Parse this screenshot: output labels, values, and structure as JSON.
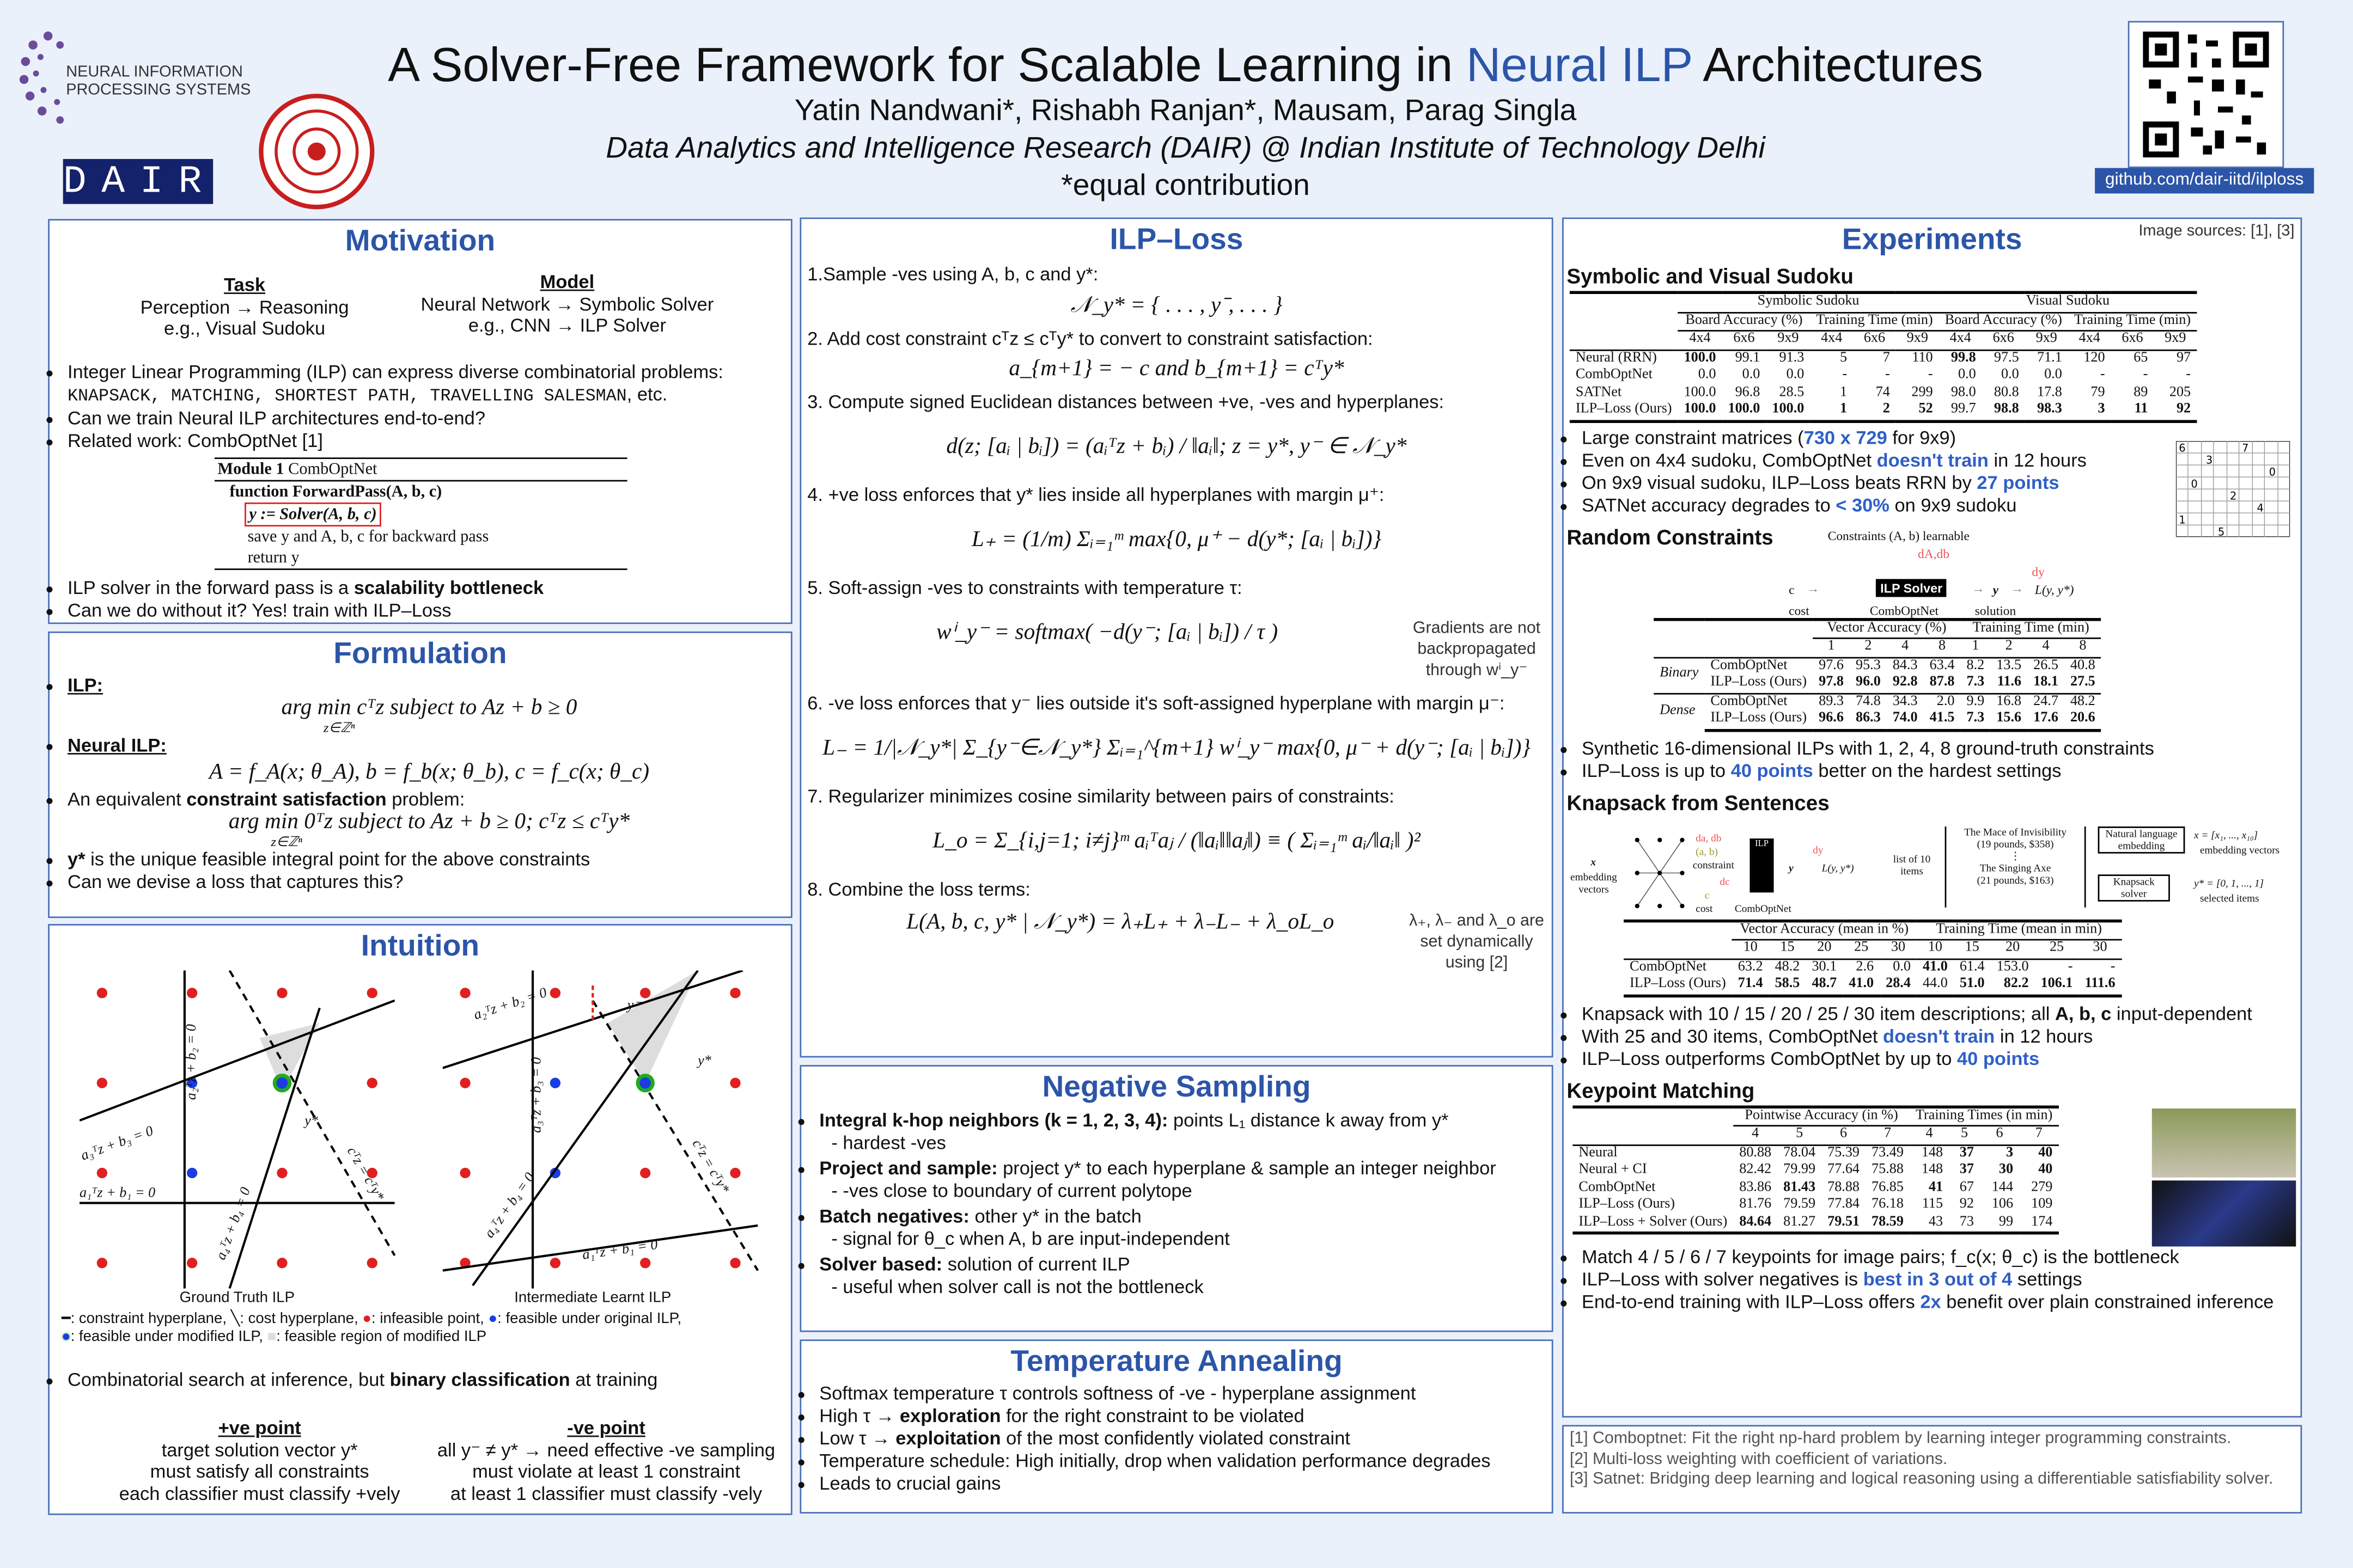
{
  "header": {
    "neurips_logo_text": [
      "NEURAL INFORMATION",
      "PROCESSING SYSTEMS"
    ],
    "dair_logo": "DAIR",
    "title_pre": "A Solver-Free Framework for Scalable Learning in ",
    "title_hl": "Neural ILP",
    "title_post": " Architectures",
    "authors": "Yatin Nandwani*, Rishabh Ranjan*, Mausam, Parag Singla",
    "affiliation": "Data Analytics and Intelligence Research (DAIR) @ Indian Institute of Technology Delhi",
    "equal": "*equal contribution",
    "github": "github.com/dair-iitd/ilploss",
    "accent": "#2c55a8"
  },
  "motivation": {
    "title": "Motivation",
    "task_head": "Task",
    "task_1": "Perception → Reasoning",
    "task_2": "e.g., Visual Sudoku",
    "model_head": "Model",
    "model_1": "Neural Network → Symbolic Solver",
    "model_2": "e.g., CNN → ILP Solver",
    "bullets1": [
      [
        "Integer Linear Programming (ILP) can express diverse combinatorial problems: ",
        {
          "t": "KNAPSACK, MATCHING, SHORTEST PATH, TRAVELLING SALESMAN",
          "s": "mono"
        },
        ", etc."
      ],
      [
        "Can we train Neural ILP architectures end-to-end?"
      ],
      [
        "Related work: CombOptNet [1]"
      ]
    ],
    "algo": {
      "caption_b": "Module 1",
      "caption": " CombOptNet",
      "l1": "function ForwardPass(A, b, c)",
      "l2": "y := Solver(A, b, c)",
      "l3": "save y and A, b, c for backward pass",
      "l4": "return y"
    },
    "bullets2": [
      [
        "ILP solver in the forward pass is a ",
        {
          "t": "scalability bottleneck",
          "s": "b"
        }
      ],
      [
        "Can we do without it? Yes! train with ILP–Loss"
      ]
    ]
  },
  "formulation": {
    "title": "Formulation",
    "ilp_label": "ILP:",
    "eq1": "arg min cᵀz subject to Az + b ≥ 0",
    "eq1_sub": "z∈ℤⁿ",
    "nilp_label": "Neural ILP:",
    "eq2": "A = f_A(x; θ_A),  b = f_b(x; θ_b),  c = f_c(x; θ_c)",
    "csp": [
      "An equivalent ",
      {
        "t": "constraint satisfaction",
        "s": "b"
      },
      " problem:"
    ],
    "eq3": "arg min 0ᵀz subject to Az + b ≥ 0;  cᵀz ≤ cᵀy*",
    "eq3_sub": "z∈ℤⁿ",
    "bullets": [
      [
        {
          "t": "y*",
          "s": "b"
        },
        " is the unique feasible integral point for the above constraints"
      ],
      [
        "Can we devise a loss that captures this?"
      ]
    ]
  },
  "intuition": {
    "title": "Intuition",
    "fig1_caption": "Ground Truth ILP",
    "fig2_caption": "Intermediate Learnt ILP",
    "fig1_labels": [
      "a₂ᵀz + b₂ = 0",
      "a₃ᵀz + b₃ = 0",
      "a₁ᵀz + b₁ = 0",
      "a₄ᵀz + b₄ = 0",
      "cᵀz = cᵀy*",
      "y*"
    ],
    "fig2_labels": [
      "a₂ᵀz + b₂ = 0",
      "a₃ᵀz + b₃ = 0",
      "a₄ᵀz + b₄ = 0",
      "a₁ᵀz + b₁ = 0",
      "cᵀz = cᵀy*",
      "y*",
      "y⁻"
    ],
    "legend_1": ": constraint hyperplane,",
    "legend_2": ": cost hyperplane,",
    "legend_3": ": infeasible point,",
    "legend_4": ": feasible under original ILP,",
    "legend_5": ": feasible under modified ILP,",
    "legend_6": ": feasible region of modified ILP",
    "bullet": [
      "Combinatorial search at inference, but ",
      {
        "t": "binary classification",
        "s": "b"
      },
      " at training"
    ],
    "pos_head": "+ve point",
    "pos": [
      "target solution vector y*",
      "must satisfy all constraints",
      "each classifier must classify +vely"
    ],
    "neg_head": "-ve point",
    "neg": [
      "all y⁻ ≠ y* → need effective -ve sampling",
      "must violate at least 1 constraint",
      "at least 1 classifier must classify -vely"
    ]
  },
  "ilploss": {
    "title": "ILP–Loss",
    "steps": [
      {
        "text": "1.Sample -ves using A, b, c and y*:",
        "eq": "𝒩_y* = { . . . , y⁻, . . . }"
      },
      {
        "text": "2. Add cost constraint cᵀz ≤ cᵀy* to convert to constraint satisfaction:",
        "eq": "a_{m+1} = − c and b_{m+1} = cᵀy*"
      },
      {
        "text": "3. Compute signed Euclidean distances between +ve, -ves and hyperplanes:",
        "eq": "d(z; [aᵢ | bᵢ]) = (aᵢᵀz + bᵢ) / ‖aᵢ‖;  z = y*, y⁻ ∈ 𝒩_y*"
      },
      {
        "text": "4. +ve loss enforces that y* lies inside all hyperplanes with margin μ⁺:",
        "eq": "L₊ = (1/m) Σᵢ₌₁ᵐ max{0, μ⁺ − d(y*; [aᵢ | bᵢ])}"
      },
      {
        "text": "5. Soft-assign -ves to constraints with temperature τ:",
        "eq": "wⁱ_y⁻ = softmax( −d(y⁻; [aᵢ | bᵢ]) / τ )"
      },
      {
        "text": "6. -ve loss enforces that y⁻ lies outside it's soft-assigned hyperplane with margin μ⁻:",
        "eq": "L₋ = 1/|𝒩_y*| Σ_{y⁻∈𝒩_y*} Σᵢ₌₁^{m+1} wⁱ_y⁻ max{0, μ⁻ + d(y⁻; [aᵢ | bᵢ])}"
      },
      {
        "text": "7. Regularizer minimizes cosine similarity between pairs of constraints:",
        "eq": "L_o = Σ_{i,j=1; i≠j}ᵐ aᵢᵀaⱼ / (‖aᵢ‖‖aⱼ‖) ≡ ( Σᵢ₌₁ᵐ aᵢ/‖aᵢ‖ )²"
      },
      {
        "text": "8. Combine the loss terms:",
        "eq": "L(A, b, c, y* | 𝒩_y*) = λ₊L₊ + λ₋L₋ + λ_oL_o"
      }
    ],
    "note_grad": "Gradients are not backpropagated through wⁱ_y⁻",
    "note_lambda": "λ₊, λ₋ and λ_o are set dynamically using [2]"
  },
  "negsampling": {
    "title": "Negative Sampling",
    "items": [
      {
        "main": [
          {
            "t": "Integral k-hop neighbors (k = 1, 2, 3, 4):",
            "s": "b"
          },
          " points L₁ distance k away from y*"
        ],
        "sub": "- hardest -ves"
      },
      {
        "main": [
          {
            "t": "Project and sample:",
            "s": "b"
          },
          " project y* to each hyperplane & sample an integer neighbor"
        ],
        "sub": "- -ves close to boundary of current polytope"
      },
      {
        "main": [
          {
            "t": "Batch negatives:",
            "s": "b"
          },
          " other y* in the batch"
        ],
        "sub": "- signal for θ_c when A, b are input-independent"
      },
      {
        "main": [
          {
            "t": "Solver based:",
            "s": "b"
          },
          " solution of current ILP"
        ],
        "sub": "- useful when solver call is not the bottleneck"
      }
    ]
  },
  "annealing": {
    "title": "Temperature Annealing",
    "bullets": [
      [
        "Softmax temperature τ controls softness of -ve - hyperplane assignment"
      ],
      [
        "High τ → ",
        {
          "t": "exploration",
          "s": "b"
        },
        " for the right constraint to be violated"
      ],
      [
        "Low τ → ",
        {
          "t": "exploitation",
          "s": "b"
        },
        " of the most confidently violated constraint"
      ],
      [
        "Temperature schedule: High initially, drop when validation performance degrades"
      ],
      [
        "Leads to crucial gains"
      ]
    ]
  },
  "experiments": {
    "title": "Experiments",
    "image_sources": "Image sources: [1], [3]",
    "sudoku": {
      "title": "Symbolic and Visual Sudoku",
      "group_heads": [
        "Symbolic Sudoku",
        "Visual Sudoku"
      ],
      "sub_heads": [
        "Board Accuracy (%)",
        "Training Time (min)",
        "Board Accuracy (%)",
        "Training Time (min)"
      ],
      "cols": [
        "4x4",
        "6x6",
        "9x9",
        "4x4",
        "6x6",
        "9x9",
        "4x4",
        "6x6",
        "9x9",
        "4x4",
        "6x6",
        "9x9"
      ],
      "rows": [
        {
          "label": "Neural (RRN)",
          "cells": [
            "100.0",
            "99.1",
            "91.3",
            "5",
            "7",
            "110",
            "99.8",
            "97.5",
            "71.1",
            "120",
            "65",
            "97"
          ],
          "bold": [
            0,
            6
          ]
        },
        {
          "label": "CombOptNet",
          "cells": [
            "0.0",
            "0.0",
            "0.0",
            "-",
            "-",
            "-",
            "0.0",
            "0.0",
            "0.0",
            "-",
            "-",
            "-"
          ],
          "bold": []
        },
        {
          "label": "SATNet",
          "cells": [
            "100.0",
            "96.8",
            "28.5",
            "1",
            "74",
            "299",
            "98.0",
            "80.8",
            "17.8",
            "79",
            "89",
            "205"
          ],
          "bold": []
        },
        {
          "label": "ILP–Loss (Ours)",
          "cells": [
            "100.0",
            "100.0",
            "100.0",
            "1",
            "2",
            "52",
            "99.7",
            "98.8",
            "98.3",
            "3",
            "11",
            "92"
          ],
          "bold": [
            0,
            1,
            2,
            3,
            4,
            5,
            7,
            8,
            9,
            10,
            11
          ]
        }
      ],
      "bullets": [
        [
          "Large constraint matrices (",
          {
            "t": "730 x 729",
            "s": "blue"
          },
          " for 9x9)"
        ],
        [
          "Even on 4x4 sudoku, CombOptNet ",
          {
            "t": "doesn't train",
            "s": "blue"
          },
          " in 12 hours"
        ],
        [
          "On 9x9 visual sudoku, ILP–Loss beats RRN by ",
          {
            "t": "27 points",
            "s": "blue"
          }
        ],
        [
          "SATNet accuracy degrades to ",
          {
            "t": "< 30%",
            "s": "blue"
          },
          " on 9x9 sudoku"
        ]
      ]
    },
    "random": {
      "title": "Random Constraints",
      "diagram": {
        "constraints": "Constraints (A, b) learnable",
        "dAdb": "dA,db",
        "c": "c",
        "cost": "cost",
        "solver": "ILP Solver",
        "comboptnet": "CombOptNet",
        "y": "y",
        "solution": "solution",
        "dy": "dy",
        "loss": "L(y, y*)"
      },
      "sub_heads": [
        "Vector Accuracy (%)",
        "Training Time (min)"
      ],
      "cols": [
        "1",
        "2",
        "4",
        "8",
        "1",
        "2",
        "4",
        "8"
      ],
      "groups": [
        {
          "name": "Binary",
          "rows": [
            {
              "label": "CombOptNet",
              "cells": [
                "97.6",
                "95.3",
                "84.3",
                "63.4",
                "8.2",
                "13.5",
                "26.5",
                "40.8"
              ],
              "bold": []
            },
            {
              "label": "ILP–Loss (Ours)",
              "cells": [
                "97.8",
                "96.0",
                "92.8",
                "87.8",
                "7.3",
                "11.6",
                "18.1",
                "27.5"
              ],
              "bold": [
                0,
                1,
                2,
                3,
                4,
                5,
                6,
                7
              ]
            }
          ]
        },
        {
          "name": "Dense",
          "rows": [
            {
              "label": "CombOptNet",
              "cells": [
                "89.3",
                "74.8",
                "34.3",
                "2.0",
                "9.9",
                "16.8",
                "24.7",
                "48.2"
              ],
              "bold": []
            },
            {
              "label": "ILP–Loss (Ours)",
              "cells": [
                "96.6",
                "86.3",
                "74.0",
                "41.5",
                "7.3",
                "15.6",
                "17.6",
                "20.6"
              ],
              "bold": [
                0,
                1,
                2,
                3,
                4,
                5,
                6,
                7
              ]
            }
          ]
        }
      ],
      "bullets": [
        [
          "Synthetic 16-dimensional ILPs with 1, 2, 4, 8 ground-truth constraints"
        ],
        [
          "ILP–Loss is up to ",
          {
            "t": "40 points",
            "s": "blue"
          },
          " better on the hardest settings"
        ]
      ]
    },
    "knapsack": {
      "title": "Knapsack from Sentences",
      "diagram": {
        "x": "x",
        "emb": "embedding vectors",
        "ab": "(a, b)",
        "constraint": "constraint",
        "c": "c",
        "cost": "cost",
        "dadb": "da, db",
        "dc": "dc",
        "dy": "dy",
        "ilp": "ILP",
        "comboptnet": "CombOptNet",
        "y": "y",
        "loss": "L(y, y*)",
        "list": "list of 10 items",
        "item1": "The Mace of Invisibility",
        "item1b": "(19 pounds, $358)",
        "dots": "⋮",
        "item2": "The Singing Axe",
        "item2b": "(21 pounds, $163)",
        "nle": "Natural language embedding",
        "xvec": "x = [x₁, ..., x₁₀]",
        "embv": "embedding vectors",
        "ks": "Knapsack solver",
        "yvec": "y* = [0, 1, ..., 1]",
        "sel": "selected items"
      },
      "sub_heads": [
        "Vector Accuracy (mean in %)",
        "Training Time (mean in min)"
      ],
      "cols": [
        "10",
        "15",
        "20",
        "25",
        "30",
        "10",
        "15",
        "20",
        "25",
        "30"
      ],
      "rows": [
        {
          "label": "CombOptNet",
          "cells": [
            "63.2",
            "48.2",
            "30.1",
            "2.6",
            "0.0",
            "41.0",
            "61.4",
            "153.0",
            "-",
            "-"
          ],
          "bold": [
            5
          ]
        },
        {
          "label": "ILP–Loss (Ours)",
          "cells": [
            "71.4",
            "58.5",
            "48.7",
            "41.0",
            "28.4",
            "44.0",
            "51.0",
            "82.2",
            "106.1",
            "111.6"
          ],
          "bold": [
            0,
            1,
            2,
            3,
            4,
            6,
            7,
            8,
            9
          ]
        }
      ],
      "bullets": [
        [
          "Knapsack with 10 / 15 / 20 / 25 / 30 item descriptions; all ",
          {
            "t": "A, b, c",
            "s": "b"
          },
          " input-dependent"
        ],
        [
          "With 25 and 30 items, CombOptNet ",
          {
            "t": "doesn't train",
            "s": "blue"
          },
          " in 12 hours"
        ],
        [
          "ILP–Loss outperforms CombOptNet by up to ",
          {
            "t": "40 points",
            "s": "blue"
          }
        ]
      ]
    },
    "keypoint": {
      "title": "Keypoint Matching",
      "sub_heads": [
        "Pointwise Accuracy (in %)",
        "Training Times (in min)"
      ],
      "cols": [
        "4",
        "5",
        "6",
        "7",
        "4",
        "5",
        "6",
        "7"
      ],
      "rows": [
        {
          "label": "Neural",
          "cells": [
            "80.88",
            "78.04",
            "75.39",
            "73.49",
            "148",
            "37",
            "3",
            "40"
          ],
          "bold": [
            5,
            6,
            7
          ]
        },
        {
          "label": "Neural + CI",
          "cells": [
            "82.42",
            "79.99",
            "77.64",
            "75.88",
            "148",
            "37",
            "30",
            "40"
          ],
          "bold": [
            5,
            6,
            7
          ]
        },
        {
          "label": "CombOptNet",
          "cells": [
            "83.86",
            "81.43",
            "78.88",
            "76.85",
            "41",
            "67",
            "144",
            "279"
          ],
          "bold": [
            1,
            4
          ]
        },
        {
          "label": "ILP–Loss (Ours)",
          "cells": [
            "81.76",
            "79.59",
            "77.84",
            "76.18",
            "115",
            "92",
            "106",
            "109"
          ],
          "bold": []
        },
        {
          "label": "ILP–Loss + Solver (Ours)",
          "cells": [
            "84.64",
            "81.27",
            "79.51",
            "78.59",
            "43",
            "73",
            "99",
            "174"
          ],
          "bold": [
            0,
            2,
            3
          ]
        }
      ],
      "bullets": [
        [
          "Match 4 / 5 / 6 / 7 keypoints for image pairs; f_c(x; θ_c) is the bottleneck"
        ],
        [
          "ILP–Loss with solver negatives is ",
          {
            "t": "best in 3 out of 4",
            "s": "blue"
          },
          " settings"
        ],
        [
          "End-to-end training with ILP–Loss offers ",
          {
            "t": "2x",
            "s": "blue"
          },
          " benefit over plain constrained inference"
        ]
      ]
    }
  },
  "references": [
    "[1] Comboptnet: Fit the right np-hard problem by learning integer programming constraints.",
    "[2] Multi-loss weighting with coefficient of variations.",
    "[3] Satnet: Bridging deep learning and logical reasoning using a differentiable satisfiability solver."
  ]
}
